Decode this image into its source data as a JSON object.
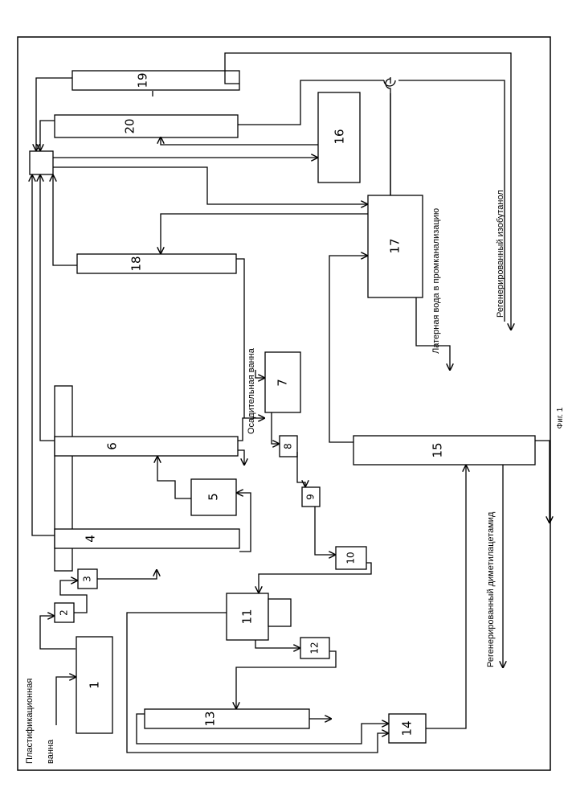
{
  "figure": {
    "caption": "Фиг. 1",
    "units": [
      "1",
      "2",
      "3",
      "4",
      "5",
      "6",
      "7",
      "8",
      "9",
      "10",
      "11",
      "12",
      "13",
      "14",
      "15",
      "16",
      "17",
      "18",
      "19",
      "20"
    ],
    "labels": {
      "plasticizing_bath": [
        "Пластификационная",
        "ванна"
      ],
      "settling_bath": "Осадительная ванна",
      "waste_water": "Латерная вода в промканализацию",
      "regenerated_isobutanol": "Регенерированный изобутанол",
      "regenerated_dma": "Регенерированный диметилацетамид"
    }
  }
}
